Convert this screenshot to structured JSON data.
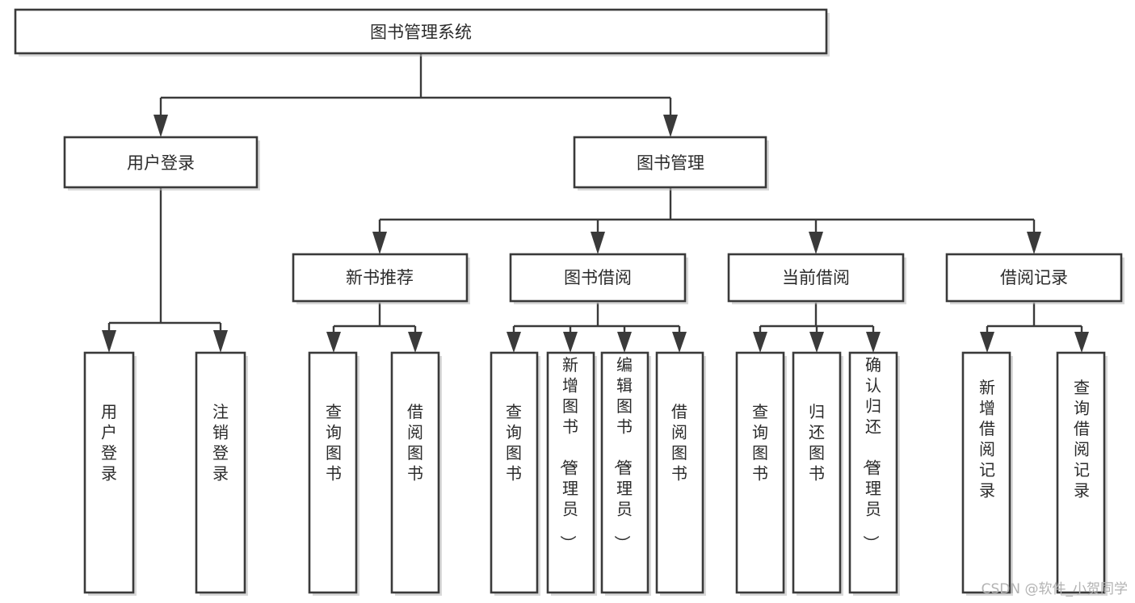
{
  "diagram": {
    "title": "图书管理系统",
    "type": "hierarchy-tree",
    "watermark": "CSDN @软件_小贺同学",
    "colors": {
      "background": "#ffffff",
      "box_stroke": "#3a3a3a",
      "box_fill": "#ffffff",
      "text": "#2b2b2b",
      "connector": "#3a3a3a",
      "watermark": "#b3b3b3"
    },
    "root": {
      "id": "root",
      "label": "图书管理系统",
      "level": 0
    },
    "level1": [
      {
        "id": "user-login",
        "label": "用户登录"
      },
      {
        "id": "book-management",
        "label": "图书管理"
      }
    ],
    "level2": [
      {
        "id": "new-book-recommend",
        "label": "新书推荐",
        "parent": "book-management"
      },
      {
        "id": "book-borrow",
        "label": "图书借阅",
        "parent": "book-management"
      },
      {
        "id": "current-borrow",
        "label": "当前借阅",
        "parent": "book-management"
      },
      {
        "id": "borrow-record",
        "label": "借阅记录",
        "parent": "book-management"
      }
    ],
    "leaves": {
      "user-login": [
        {
          "id": "leaf-user-login",
          "label": "用户登录"
        },
        {
          "id": "leaf-user-logout",
          "label": "注销登录"
        }
      ],
      "new-book-recommend": [
        {
          "id": "leaf-query-book-1",
          "label": "查询图书"
        },
        {
          "id": "leaf-borrow-book-1",
          "label": "借阅图书"
        }
      ],
      "book-borrow": [
        {
          "id": "leaf-query-book-2",
          "label": "查询图书"
        },
        {
          "id": "leaf-add-book",
          "label": "新增图书（管理员）"
        },
        {
          "id": "leaf-edit-book",
          "label": "编辑图书（管理员）"
        },
        {
          "id": "leaf-borrow-book-2",
          "label": "借阅图书"
        }
      ],
      "current-borrow": [
        {
          "id": "leaf-query-book-3",
          "label": "查询图书"
        },
        {
          "id": "leaf-return-book",
          "label": "归还图书"
        },
        {
          "id": "leaf-confirm-return",
          "label": "确认归还（管理员）"
        }
      ],
      "borrow-record": [
        {
          "id": "leaf-add-record",
          "label": "新增借阅记录"
        },
        {
          "id": "leaf-query-record",
          "label": "查询借阅记录"
        }
      ]
    }
  }
}
